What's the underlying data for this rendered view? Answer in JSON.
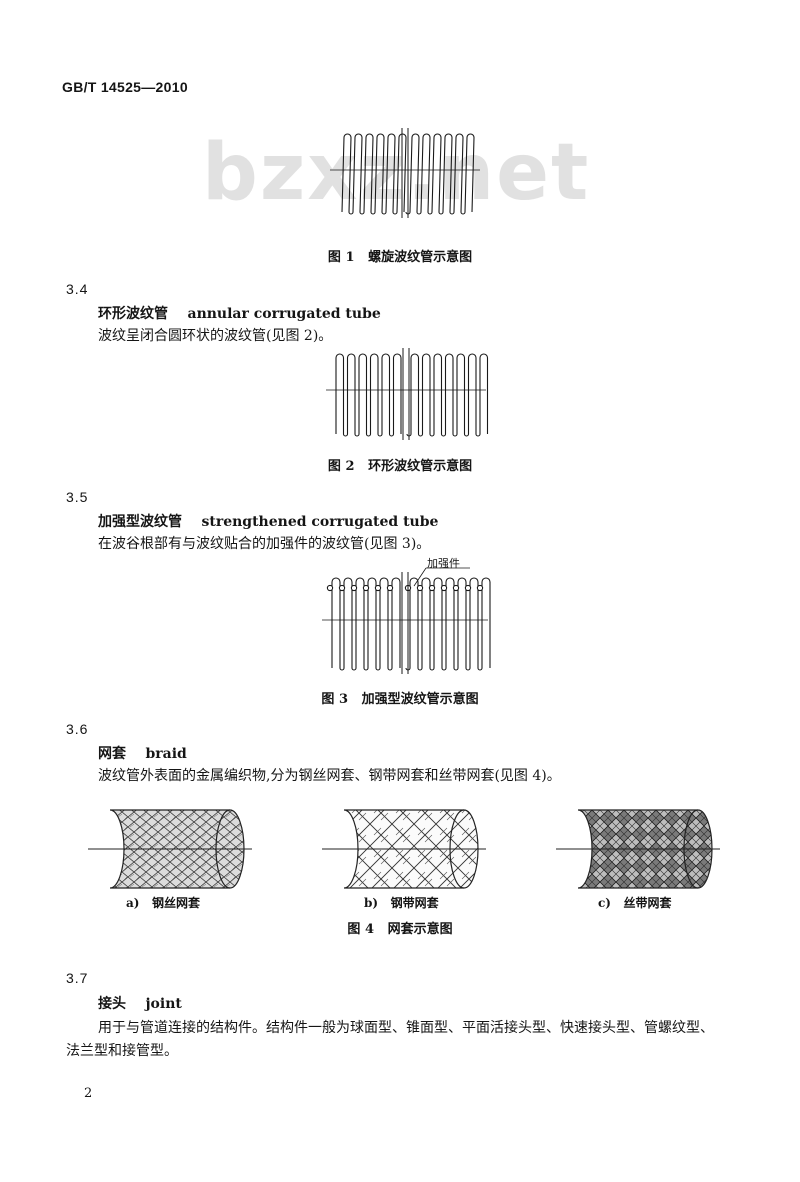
{
  "header": {
    "standard_no": "GB/T 14525—2010"
  },
  "watermark": "bzxz.net",
  "figure1": {
    "caption": "图 1   螺旋波纹管示意图"
  },
  "sections": [
    {
      "number": "3.4",
      "term": "环形波纹管    annular corrugated tube",
      "definition": "波纹呈闭合圆环状的波纹管(见图 2)。",
      "figure_caption": "图 2   环形波纹管示意图"
    },
    {
      "number": "3.5",
      "term": "加强型波纹管    strengthened corrugated tube",
      "definition": "在波谷根部有与波纹贴合的加强件的波纹管(见图 3)。",
      "figure_label": "加强件",
      "figure_caption": "图 3   加强型波纹管示意图"
    },
    {
      "number": "3.6",
      "term": "网套    braid",
      "definition": "波纹管外表面的金属编织物,分为钢丝网套、钢带网套和丝带网套(见图 4)。",
      "subfigures": [
        "a)   钢丝网套",
        "b)   钢带网套",
        "c)   丝带网套"
      ],
      "figure_caption": "图 4   网套示意图"
    },
    {
      "number": "3.7",
      "term": "接头    joint",
      "definition_lines": [
        "用于与管道连接的结构件。结构件一般为球面型、锥面型、平面活接头型、快速接头型、管螺纹型、",
        "法兰型和接管型。"
      ]
    }
  ],
  "page_number": "2"
}
